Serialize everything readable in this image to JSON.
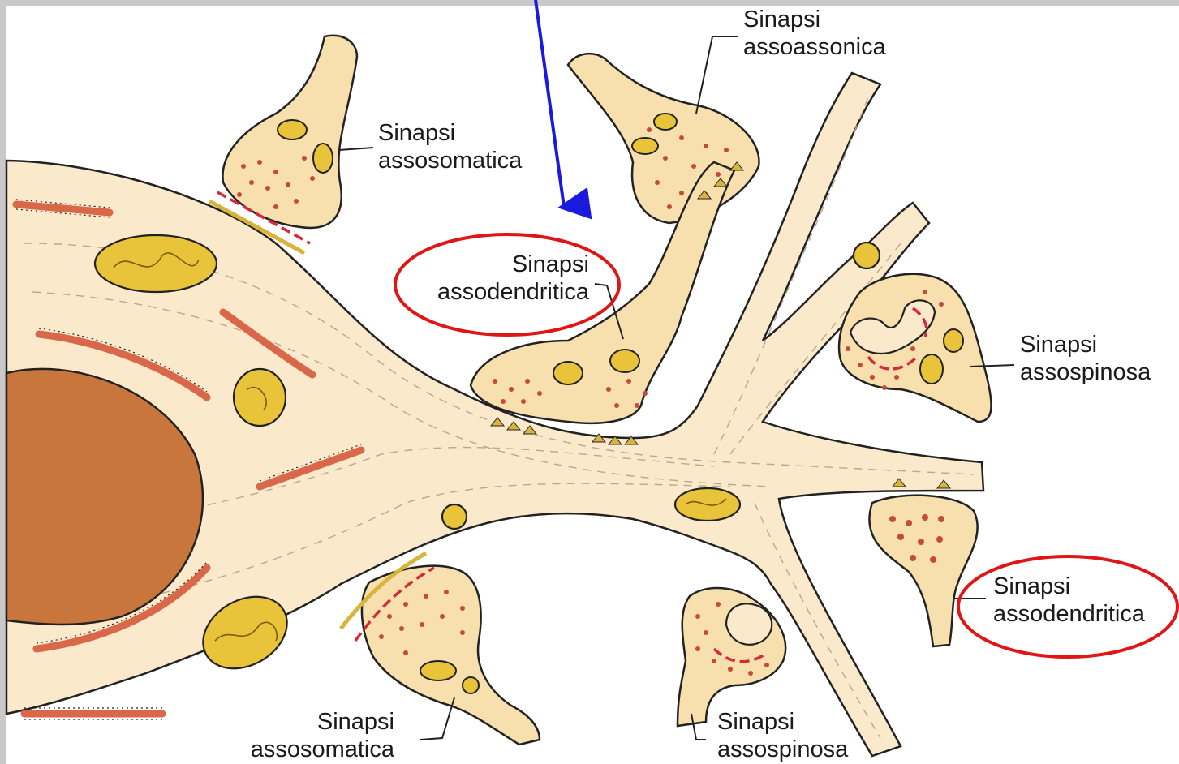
{
  "labels": {
    "assoassonica": {
      "line1": "Sinapsi",
      "line2": "assoassonica"
    },
    "assosomatica_top": {
      "line1": "Sinapsi",
      "line2": "assosomatica"
    },
    "assodendritica_left": {
      "line1": "Sinapsi",
      "line2": "assodendritica"
    },
    "assospinosa_right": {
      "line1": "Sinapsi",
      "line2": "assospinosa"
    },
    "assodendritica_right": {
      "line1": "Sinapsi",
      "line2": "assodendritica"
    },
    "assosomatica_bottom": {
      "line1": "Sinapsi",
      "line2": "assosomatica"
    },
    "assospinosa_bottom": {
      "line1": "Sinapsi",
      "line2": "assospinosa"
    }
  },
  "colors": {
    "neuron_fill": "#fbe9cc",
    "terminal_fill": "#f7dfae",
    "outline": "#222222",
    "nucleus": "#c8763c",
    "mitochondria": "#e9c33a",
    "er": "#d9684a",
    "synaptic_mark": "#d42a3c",
    "highlight_ellipse": "#e01515",
    "pointer_arrow": "#1a1adf",
    "frame": "#c9c9c9"
  }
}
